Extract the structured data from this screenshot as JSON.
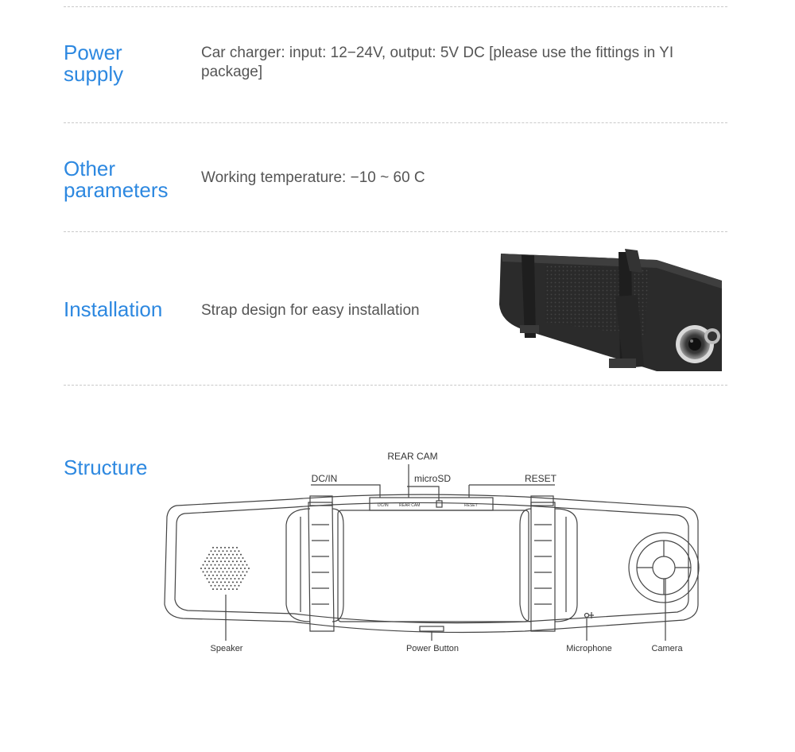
{
  "sections": [
    {
      "title_line1": "Power",
      "title_line2": "supply",
      "text_line1": "Car charger: input: 12−24V, output: 5V DC [please use the fittings in YI",
      "text_line2": "package]"
    },
    {
      "title_line1": "Other",
      "title_line2": "parameters",
      "text_line1": "Working temperature: −10 ~ 60 C"
    },
    {
      "title_line1": "Installation",
      "text_line1": "Strap design for easy installation"
    }
  ],
  "structure": {
    "title": "Structure",
    "labels": {
      "rear_cam": "REAR CAM",
      "dc_in": "DC/IN",
      "micro_sd": "microSD",
      "reset": "RESET",
      "speaker": "Speaker",
      "power_button": "Power Button",
      "microphone": "Microphone",
      "camera": "Camera"
    },
    "port_strip_text": {
      "dc_in": "DC/IN",
      "rear_cam": "REAR CAM",
      "reset": "RESET"
    }
  },
  "colors": {
    "accent": "#2d88e0",
    "body_text": "#555555",
    "divider": "#c9c9c9"
  }
}
